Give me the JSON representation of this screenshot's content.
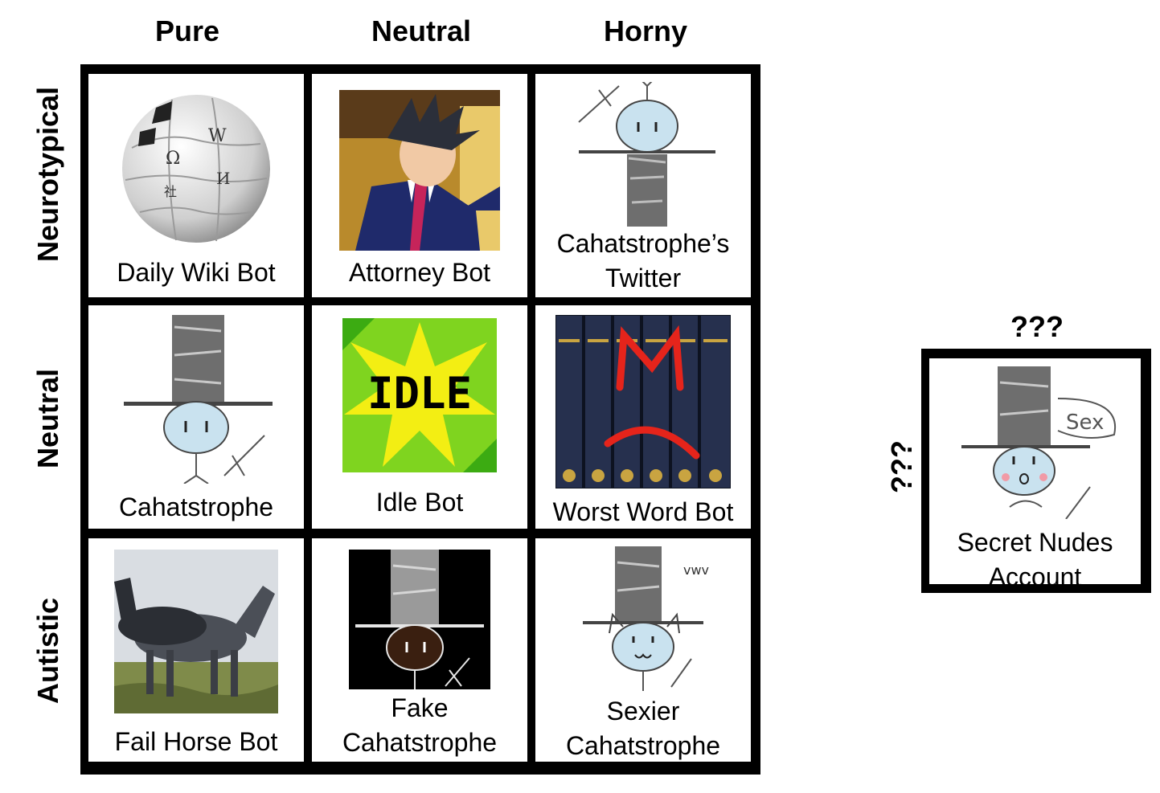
{
  "columns": [
    "Pure",
    "Neutral",
    "Horny"
  ],
  "rows": [
    "Neurotypical",
    "Neutral",
    "Autistic"
  ],
  "cells": [
    {
      "label": "Daily Wiki Bot",
      "icon": "wikipedia-globe-icon"
    },
    {
      "label": "Attorney Bot",
      "icon": "attorney-portrait-icon"
    },
    {
      "label": "Cahatstrophe’s Twitter",
      "icon": "upside-down-stick-figure-icon"
    },
    {
      "label": "Cahatstrophe",
      "icon": "top-hat-stick-figure-icon"
    },
    {
      "label": "Idle Bot",
      "icon": "idle-starburst-icon"
    },
    {
      "label": "Worst Word Bot",
      "icon": "angry-dictionaries-icon"
    },
    {
      "label": "Fail Horse Bot",
      "icon": "horses-photo-icon"
    },
    {
      "label": "Fake Cahatstrophe",
      "icon": "dark-stick-figure-icon"
    },
    {
      "label": "Sexier Cahatstrophe",
      "icon": "cat-eared-stick-figure-icon"
    }
  ],
  "extra": {
    "col_label": "???",
    "row_label": "???",
    "cell": {
      "label": "Secret Nudes Account",
      "icon": "blushing-stick-figure-icon"
    },
    "sign_text": "Sex",
    "uwu_text": "vwv",
    "idle_text": "IDLE"
  }
}
